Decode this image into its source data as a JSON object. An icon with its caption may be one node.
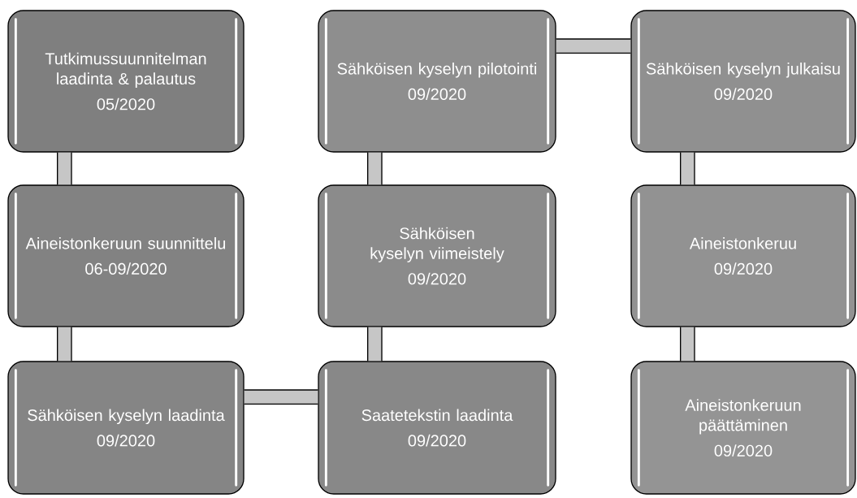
{
  "diagram": {
    "nodes": [
      {
        "text": [
          "Tutkimussuunnitelman laadinta & palautus",
          "05/2020"
        ]
      },
      {
        "text": [
          "Aineistonkeruun suunnittelu",
          "06-09/2020"
        ]
      },
      {
        "text": [
          "Sähköisen kyselyn laadinta",
          "09/2020"
        ]
      },
      {
        "text": [
          "Saatetekstin laadinta",
          "09/2020"
        ]
      },
      {
        "text": [
          "Sähköisen kyselyn viimeistely",
          "09/2020"
        ]
      },
      {
        "text": [
          "Sähköisen kyselyn pilotointi",
          "09/2020"
        ]
      },
      {
        "text": [
          "Sähköisen kyselyn julkaisu",
          "09/2020"
        ]
      },
      {
        "text": [
          "Aineistonkeruu",
          "09/2020"
        ]
      },
      {
        "text": [
          "Aineistonkeruun päättäminen",
          "09/2020"
        ]
      }
    ],
    "edges": [
      {
        "from": 0,
        "to": 1,
        "arrow": "none"
      },
      {
        "from": 1,
        "to": 2,
        "arrow": "none"
      },
      {
        "from": 2,
        "to": 3,
        "arrow": "none"
      },
      {
        "from": 3,
        "to": 4,
        "arrow": "none"
      },
      {
        "from": 4,
        "to": 5,
        "arrow": "none"
      },
      {
        "from": 5,
        "to": 6,
        "arrow": "none"
      },
      {
        "from": 6,
        "to": 7,
        "arrow": "none"
      },
      {
        "from": 7,
        "to": 8,
        "arrow": "none"
      }
    ]
  }
}
